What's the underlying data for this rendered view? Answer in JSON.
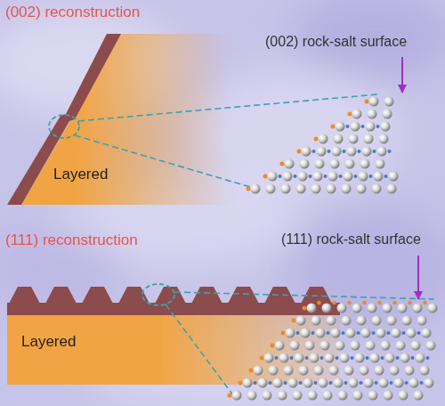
{
  "diagram": {
    "nodes": [
      {
        "text": [
          "Layered"
        ]
      },
      {
        "text": [
          "Layered"
        ]
      }
    ],
    "labels": [
      "(002) reconstruction",
      "(002) rock-salt surface",
      "(111) reconstruction",
      "(111) rock-salt surface"
    ]
  }
}
